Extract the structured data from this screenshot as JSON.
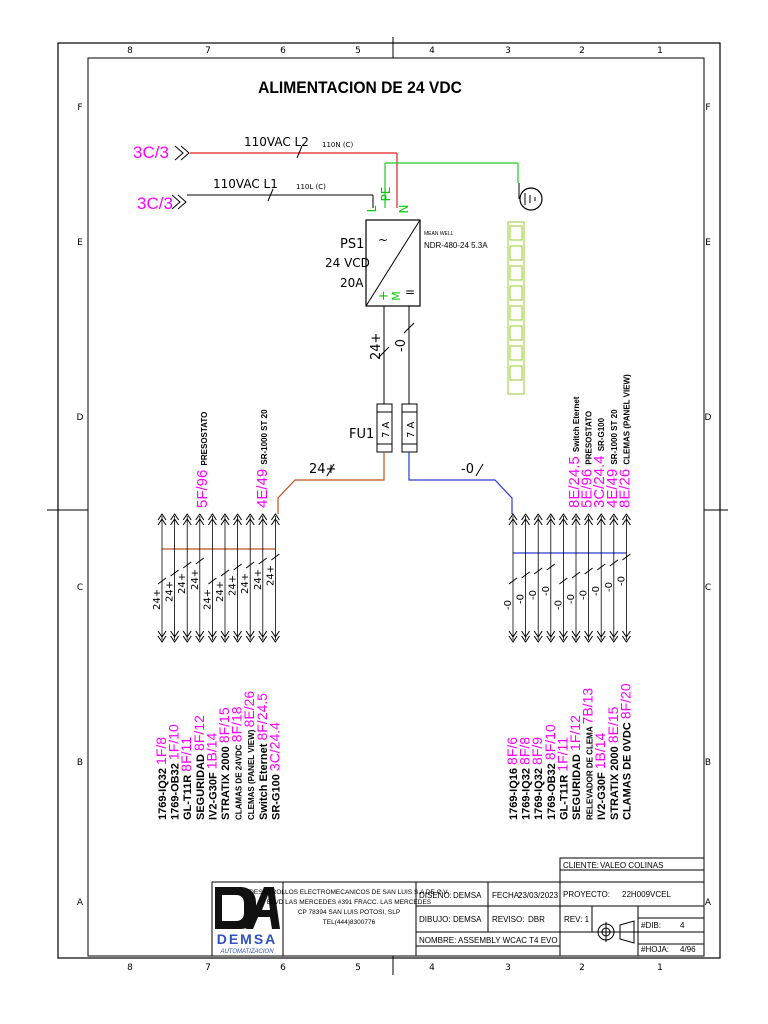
{
  "title": "ALIMENTACION DE 24 VDC",
  "frame": {
    "col_markers": [
      "8",
      "7",
      "6",
      "5",
      "4",
      "3",
      "2",
      "1"
    ],
    "row_markers": [
      "F",
      "E",
      "D",
      "C",
      "B",
      "A"
    ]
  },
  "inputs": {
    "l2_ref": "3C/3",
    "l2_label": "110VAC L2",
    "l2_wire": "110N (C)",
    "l1_ref": "3C/3",
    "l1_label": "110VAC L1",
    "l1_wire": "110L (C)"
  },
  "power_supply": {
    "tag": "PS1",
    "voltage": "24 VCD",
    "current": "20A",
    "brand": "MEAN WELL",
    "model": "NDR-480-24 5.3A",
    "term_l": "L",
    "term_pe": "PE",
    "term_n": "N",
    "term_plus": "+",
    "term_minus": "M",
    "ac_symbol": "~",
    "dc_symbol": "="
  },
  "fuses": {
    "tag": "FU1",
    "rating_a": "7 A",
    "rating_b": "7 A",
    "wire_pos": "24+",
    "wire_neg": "-0"
  },
  "wire_tags": {
    "pos": "24+",
    "neg": "-0"
  },
  "left_group": {
    "top_refs": [
      {
        "ref": "5F/96",
        "desc": "PRESOSTATO"
      },
      {
        "ref": "4E/49",
        "desc": "SR-1000 ST 20"
      }
    ],
    "items": [
      {
        "name": "1769-IQ32",
        "ref": "1F/8"
      },
      {
        "name": "1769-OB32",
        "ref": "1F/10"
      },
      {
        "name": "GL-T11R",
        "ref": "8F/11"
      },
      {
        "name": "SEGURIDAD",
        "ref": "8F/12"
      },
      {
        "name": "IV2-G30F",
        "ref": "1B/14"
      },
      {
        "name": "STRATIX 2000",
        "ref": "8F/15"
      },
      {
        "name": "CLAMAS DE 24VDC",
        "ref": "8F/18"
      },
      {
        "name": "CLEMAS (PANEL VIEW)",
        "ref": "8E/26"
      },
      {
        "name": "Switch Eternet",
        "ref": "8F/24.5"
      },
      {
        "name": "SR-G100",
        "ref": "3C/24.4"
      }
    ]
  },
  "right_group": {
    "top_refs": [
      {
        "ref": "8E/24.5",
        "desc": "Switch Eternet"
      },
      {
        "ref": "5E/96",
        "desc": "PRESOSTATO"
      },
      {
        "ref": "3C/24.4",
        "desc": "SR-G100"
      },
      {
        "ref": "4E/49",
        "desc": "SR-1000 ST 20"
      },
      {
        "ref": "8E/26",
        "desc": "CLEMAS (PANEL VIEW)"
      }
    ],
    "items": [
      {
        "name": "1769-IQ16",
        "ref": "8F/6"
      },
      {
        "name": "1769-IQ32",
        "ref": "8F/8"
      },
      {
        "name": "1769-IQ32",
        "ref": "8F/9"
      },
      {
        "name": "1769-OB32",
        "ref": "8F/10"
      },
      {
        "name": "GL-T11R",
        "ref": "1F/11"
      },
      {
        "name": "SEGURIDAD",
        "ref": "1F/12"
      },
      {
        "name": "RELEVADOR DE CLEMA",
        "ref": "7B/13"
      },
      {
        "name": "IV2-G30F",
        "ref": "1B/14"
      },
      {
        "name": "STRATIX 2000",
        "ref": "8E/15"
      },
      {
        "name": "CLAMAS DE 0VDC",
        "ref": "8F/20"
      }
    ]
  },
  "title_block": {
    "company_lines": [
      "DESARROLLOS ELECTROMECANICOS DE SAN LUIS S.A DE C.V.",
      "BLVD LAS MERCEDES #391 FRACC. LAS MERCEDES",
      "CP 78394 SAN LUIS POTOSI, SLP",
      "TEL(444)8300776"
    ],
    "logo_text": "DEMSA",
    "logo_sub": "AUTOMATIZACION",
    "diseno_label": "DISEÑO:",
    "diseno_value": "DEMSA",
    "fecha_label": "FECHA:",
    "fecha_value": "23/03/2023",
    "dibujo_label": "DIBUJO:",
    "dibujo_value": "DEMSA",
    "reviso_label": "REVISO:",
    "reviso_value": "DBR",
    "nombre_label": "NOMBRE:",
    "nombre_value": "ASSEMBLY WCAC T4 EVO",
    "cliente_label": "CLIENTE:",
    "cliente_value": "VALEO COLINAS",
    "proyecto_label": "PROYECTO:",
    "proyecto_value": "22H009VCEL",
    "rev_label": "REV: 1",
    "dib_label": "#DIB:",
    "dib_value": "4",
    "hoja_label": "#HOJA:",
    "hoja_value": "4/96"
  },
  "colors": {
    "line_l2": "#e02020",
    "line_pe": "#22cc22",
    "line_pos": "#c0501e",
    "line_neg": "#2a3ad0",
    "ref_magenta": "#ff00ff"
  }
}
